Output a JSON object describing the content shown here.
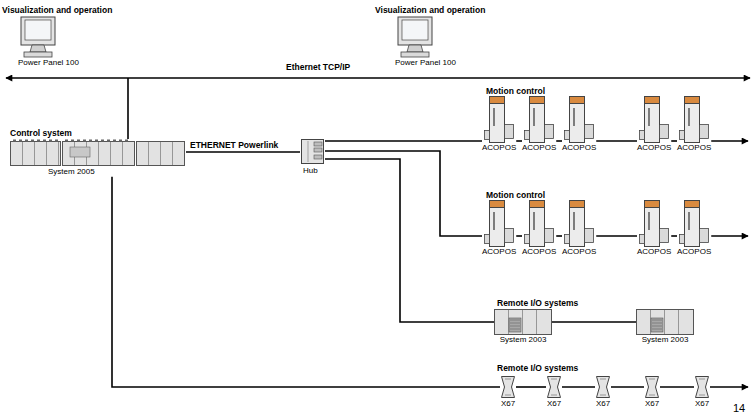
{
  "diagram": {
    "nodes": [
      {
        "text": [
          "Visualization and operation",
          "Power Panel 100"
        ]
      },
      {
        "text": [
          "Visualization and operation",
          "Power Panel 100"
        ]
      },
      {
        "text": [
          "Control system",
          "System 2005"
        ]
      },
      {
        "text": [
          "Hub"
        ]
      },
      {
        "text": [
          "ACOPOS"
        ]
      },
      {
        "text": [
          "ACOPOS"
        ]
      },
      {
        "text": [
          "ACOPOS"
        ]
      },
      {
        "text": [
          "ACOPOS"
        ]
      },
      {
        "text": [
          "ACOPOS"
        ]
      },
      {
        "text": [
          "ACOPOS"
        ]
      },
      {
        "text": [
          "ACOPOS"
        ]
      },
      {
        "text": [
          "ACOPOS"
        ]
      },
      {
        "text": [
          "ACOPOS"
        ]
      },
      {
        "text": [
          "ACOPOS"
        ]
      },
      {
        "text": [
          "System 2003"
        ]
      },
      {
        "text": [
          "System 2003"
        ]
      },
      {
        "text": [
          "X67"
        ]
      },
      {
        "text": [
          "X67"
        ]
      },
      {
        "text": [
          "X67"
        ]
      },
      {
        "text": [
          "X67"
        ]
      },
      {
        "text": [
          "X67"
        ]
      }
    ],
    "edges": [
      {
        "from": 2,
        "to": 3,
        "label": "ETHERNET Powerlink",
        "arrow": "none"
      },
      {
        "from": 3,
        "to": 4,
        "arrow": "none"
      },
      {
        "from": 4,
        "to": 5,
        "arrow": "none"
      },
      {
        "from": 5,
        "to": 6,
        "arrow": "none"
      },
      {
        "from": 6,
        "to": 7,
        "arrow": "none"
      },
      {
        "from": 7,
        "to": 8,
        "arrow": "none"
      },
      {
        "from": 3,
        "to": 9,
        "arrow": "none"
      },
      {
        "from": 9,
        "to": 10,
        "arrow": "none"
      },
      {
        "from": 10,
        "to": 11,
        "arrow": "none"
      },
      {
        "from": 11,
        "to": 12,
        "arrow": "none"
      },
      {
        "from": 12,
        "to": 13,
        "arrow": "none"
      },
      {
        "from": 3,
        "to": 14,
        "arrow": "none"
      },
      {
        "from": 14,
        "to": 15,
        "arrow": "none"
      },
      {
        "from": 2,
        "to": 16,
        "arrow": "none"
      },
      {
        "from": 16,
        "to": 17,
        "arrow": "none"
      },
      {
        "from": 17,
        "to": 18,
        "arrow": "none"
      },
      {
        "from": 18,
        "to": 19,
        "arrow": "none"
      },
      {
        "from": 19,
        "to": 20,
        "arrow": "none"
      }
    ],
    "labels": [
      "Ethernet TCP/IP",
      "Motion control",
      "Motion control",
      "Remote I/O systems",
      "Remote I/O systems",
      "14"
    ]
  }
}
